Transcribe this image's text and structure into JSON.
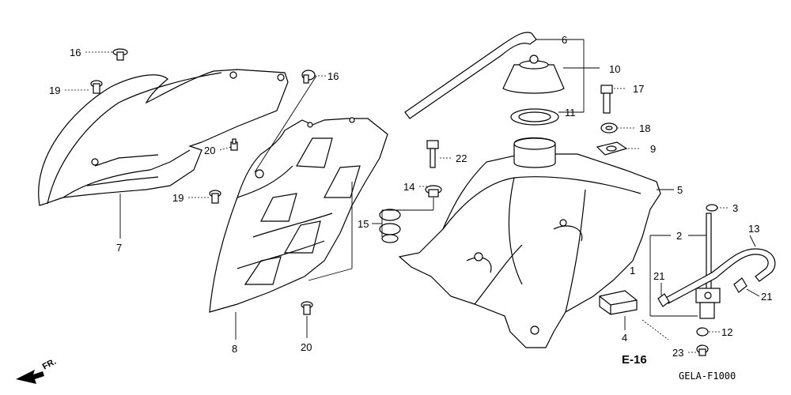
{
  "diagram": {
    "labels": {
      "p1": "1",
      "p2": "2",
      "p3": "3",
      "p4": "4",
      "p5": "5",
      "p6": "6",
      "p7": "7",
      "p8": "8",
      "p9": "9",
      "p10": "10",
      "p11": "11",
      "p12": "12",
      "p13": "13",
      "p14": "14",
      "p15": "15",
      "p16a": "16",
      "p16b": "16",
      "p17": "17",
      "p18": "18",
      "p19a": "19",
      "p19b": "19",
      "p20a": "20",
      "p20b": "20",
      "p21a": "21",
      "p21b": "21",
      "p22": "22",
      "p23": "23"
    },
    "reference": "E-16",
    "direction": "FR.",
    "drawing_code": "GELA-F1000"
  }
}
